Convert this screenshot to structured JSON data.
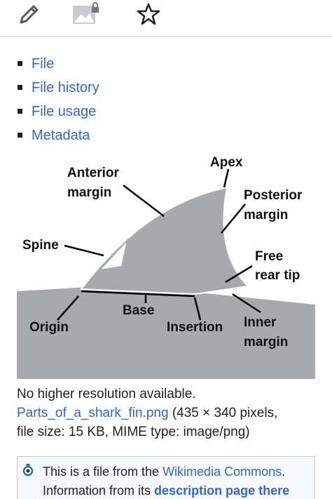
{
  "toolbar": {
    "edit_icon": "pencil-icon",
    "image_icon": "image-locked-icon",
    "watch_icon": "star-icon"
  },
  "links": [
    {
      "label": "File"
    },
    {
      "label": "File history"
    },
    {
      "label": "File usage"
    },
    {
      "label": "Metadata"
    }
  ],
  "figure": {
    "labels": {
      "anterior_1": "Anterior",
      "anterior_2": "margin",
      "apex": "Apex",
      "posterior_1": "Posterior",
      "posterior_2": "margin",
      "spine": "Spine",
      "free_1": "Free",
      "free_2": "rear tip",
      "base": "Base",
      "origin": "Origin",
      "insertion": "Insertion",
      "inner_1": "Inner",
      "inner_2": "margin"
    },
    "colors": {
      "fin": "#a7a9ac",
      "body": "#a7a9ac",
      "line": "#000000"
    }
  },
  "info": {
    "no_higher": "No higher resolution available.",
    "filename": "Parts_of_a_shark_fin.png",
    "details_1": " (435 × 340 pixels,",
    "details_2": "file size: 15 KB, MIME type: image/png)"
  },
  "commons": {
    "icon": "wikimedia-commons-icon",
    "text_1": "This is a file from the ",
    "link_1": "Wikimedia Commons",
    "text_2": ".",
    "text_3": "Information from its ",
    "link_2": "description page there"
  }
}
